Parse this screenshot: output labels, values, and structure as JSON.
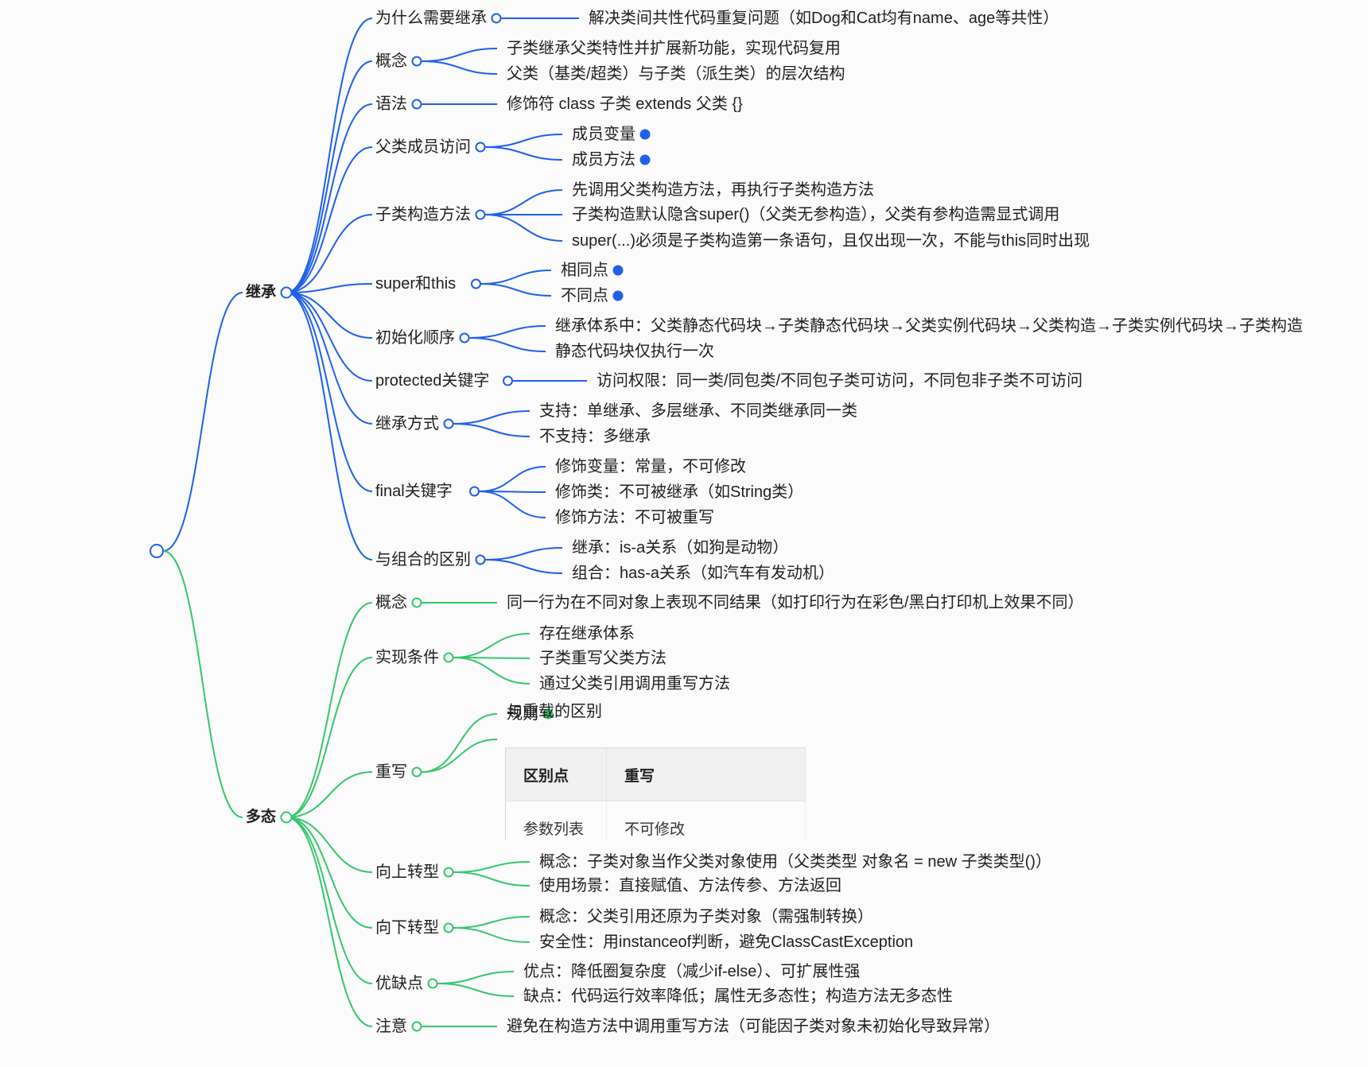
{
  "colors": {
    "inherit": "#2060e6",
    "poly": "#36c66c"
  },
  "branches": [
    {
      "label": "继承",
      "children": [
        {
          "label": "为什么需要继承",
          "children": [
            "解决类间共性代码重复问题（如Dog和Cat均有name、age等共性）"
          ]
        },
        {
          "label": "概念",
          "children": [
            "子类继承父类特性并扩展新功能，实现代码复用",
            "父类（基类/超类）与子类（派生类）的层次结构"
          ]
        },
        {
          "label": "语法",
          "children": [
            "修饰符 class 子类 extends 父类 {}"
          ]
        },
        {
          "label": "父类成员访问",
          "children": [
            "成员变量",
            "成员方法"
          ]
        },
        {
          "label": "子类构造方法",
          "children": [
            "先调用父类构造方法，再执行子类构造方法",
            "子类构造默认隐含super()（父类无参构造），父类有参构造需显式调用",
            "super(...)必须是子类构造第一条语句，且仅出现一次，不能与this同时出现"
          ]
        },
        {
          "label": "super和this",
          "children": [
            "相同点",
            "不同点"
          ]
        },
        {
          "label": "初始化顺序",
          "children": [
            "继承体系中：父类静态代码块→子类静态代码块→父类实例代码块→父类构造→子类实例代码块→子类构造",
            "静态代码块仅执行一次"
          ]
        },
        {
          "label": "protected关键字",
          "children": [
            "访问权限：同一类/同包类/不同包子类可访问，不同包非子类不可访问"
          ]
        },
        {
          "label": "继承方式",
          "children": [
            "支持：单继承、多层继承、不同类继承同一类",
            "不支持：多继承"
          ]
        },
        {
          "label": "final关键字",
          "children": [
            "修饰变量：常量，不可修改",
            "修饰类：不可被继承（如String类）",
            "修饰方法：不可被重写"
          ]
        },
        {
          "label": "与组合的区别",
          "children": [
            "继承：is-a关系（如狗是动物）",
            "组合：has-a关系（如汽车有发动机）"
          ]
        }
      ]
    },
    {
      "label": "多态",
      "children": [
        {
          "label": "概念",
          "children": [
            "同一行为在不同对象上表现不同结果（如打印行为在彩色/黑白打印机上效果不同）"
          ]
        },
        {
          "label": "实现条件",
          "children": [
            "存在继承体系",
            "子类重写父类方法",
            "通过父类引用调用重写方法"
          ]
        },
        {
          "label": "重写",
          "children": [
            "规则",
            "与重载的区别"
          ]
        },
        {
          "label": "向上转型",
          "children": [
            "概念：子类对象当作父类对象使用（父类类型 对象名 = new 子类类型()）",
            "使用场景：直接赋值、方法传参、方法返回"
          ]
        },
        {
          "label": "向下转型",
          "children": [
            "概念：父类引用还原为子类对象（需强制转换）",
            "安全性：用instanceof判断，避免ClassCastException"
          ]
        },
        {
          "label": "优缺点",
          "children": [
            "优点：降低圈复杂度（减少if-else）、可扩展性强",
            "缺点：代码运行效率降低；属性无多态性；构造方法无多态性"
          ]
        },
        {
          "label": "注意",
          "children": [
            "避免在构造方法中调用重写方法（可能因子类对象未初始化导致异常）"
          ]
        }
      ]
    }
  ],
  "override_table": {
    "headers": [
      "区别点",
      "重写"
    ],
    "rows": [
      [
        "参数列表",
        "不可修改"
      ]
    ]
  }
}
